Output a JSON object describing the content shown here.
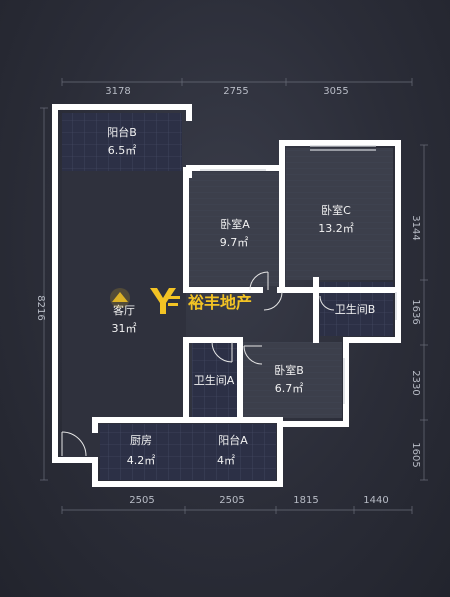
{
  "dimensions": {
    "top": [
      "3178",
      "2755",
      "3055"
    ],
    "bottom": [
      "2505",
      "2505",
      "1815",
      "1440"
    ],
    "left": [
      "8216"
    ],
    "right": [
      "3144",
      "1636",
      "2330",
      "1605"
    ]
  },
  "rooms": {
    "balcony_b": {
      "name": "阳台B",
      "area": "6.5㎡"
    },
    "bedroom_a": {
      "name": "卧室A",
      "area": "9.7㎡"
    },
    "bedroom_c": {
      "name": "卧室C",
      "area": "13.2㎡"
    },
    "living_room": {
      "name": "客厅",
      "area": "31㎡"
    },
    "bathroom_b": {
      "name": "卫生间B"
    },
    "bathroom_a": {
      "name": "卫生间A"
    },
    "bedroom_b": {
      "name": "卧室B",
      "area": "6.7㎡"
    },
    "kitchen": {
      "name": "厨房",
      "area": "4.2㎡"
    },
    "balcony_a": {
      "name": "阳台A",
      "area": "4㎡"
    }
  },
  "brand": {
    "name": "裕丰地产",
    "color": "#f3c324",
    "icon": "yf-logo-icon"
  },
  "colors": {
    "wall": "#ffffff",
    "floor": "#3c3f4b",
    "balcony_tile": "#2c3046",
    "background": "#2b2d38"
  }
}
